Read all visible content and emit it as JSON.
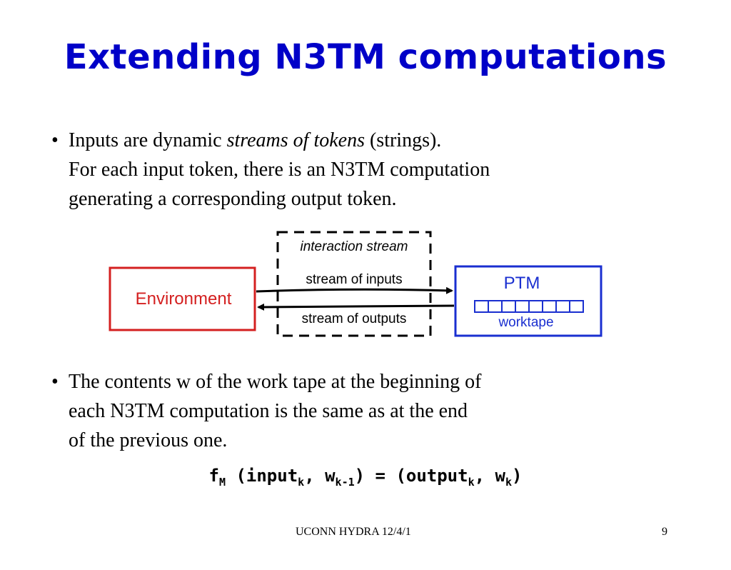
{
  "slide": {
    "title": "Extending N3TM computations",
    "bullet1": {
      "line1_a": "Inputs are dynamic ",
      "line1_italic": "streams of tokens",
      "line1_b": " (strings).",
      "line2": "For each input token, there is an N3TM computation",
      "line3": "generating a corresponding output token."
    },
    "diagram": {
      "environment_label": "Environment",
      "interaction_label": "interaction stream",
      "inputs_label": "stream of inputs",
      "outputs_label": "stream of outputs",
      "ptm_label": "PTM",
      "worktape_label": "worktape",
      "environment_color": "#d42020",
      "ptm_color": "#1a2fd0"
    },
    "bullet2": {
      "line1": "The contents w of the work tape at the beginning of",
      "line2": "each N3TM computation is the same as at the end",
      "line3": "of the previous one."
    },
    "formula": {
      "f": "f",
      "f_sub": "M",
      "p1": " (input",
      "input_sub": "k",
      "p2": ", w",
      "w_prev_sub": "k-1",
      "p3": ") = (output",
      "output_sub": "k",
      "p4": ", w",
      "w_sub": "k",
      "p5": ")"
    },
    "footer": {
      "center": "UCONN HYDRA 12/4/1",
      "page": "9"
    }
  }
}
